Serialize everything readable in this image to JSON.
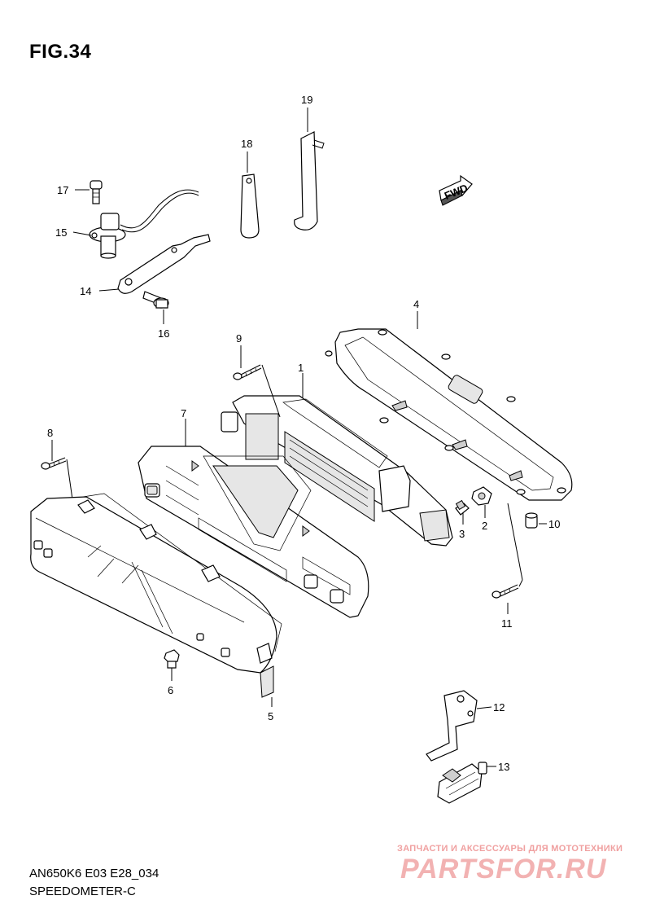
{
  "figure": {
    "title": "FIG.34"
  },
  "footer": {
    "code": "AN650K6 E03 E28_034",
    "name": "SPEEDOMETER-C"
  },
  "fwd_badge": "FWD",
  "watermark": {
    "text": "ЗАПЧАСТИ И АКСЕССУАРЫ ДЛЯ МОТОТЕХНИКИ",
    "logo": "PARTSFOR.RU"
  },
  "callouts": {
    "c1": "1",
    "c2": "2",
    "c3": "3",
    "c4": "4",
    "c5": "5",
    "c6": "6",
    "c7": "7",
    "c8": "8",
    "c9": "9",
    "c10": "10",
    "c11": "11",
    "c12": "12",
    "c13": "13",
    "c14": "14",
    "c15": "15",
    "c16": "16",
    "c17": "17",
    "c18": "18",
    "c19": "19"
  }
}
